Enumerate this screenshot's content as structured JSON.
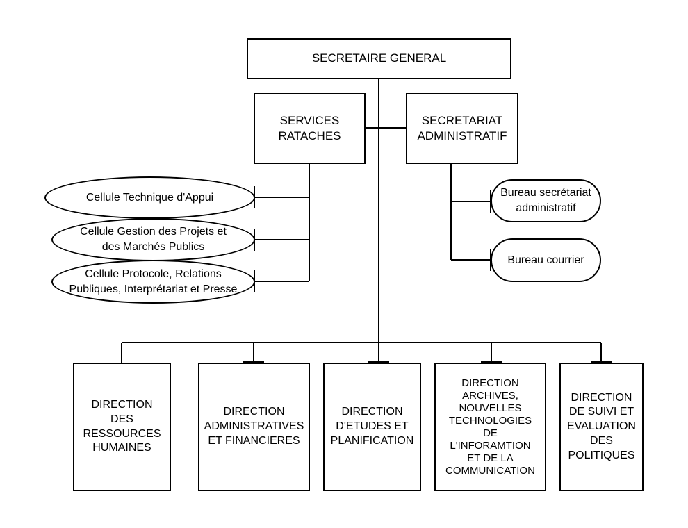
{
  "chart": {
    "secretary_general": "SECRETAIRE GENERAL",
    "attached_services": "SERVICES\nRATACHES",
    "administrative_secretariat": "SECRETARIAT\nADMINISTRATIF",
    "cells": [
      "Cellule Technique d'Appui",
      "Cellule Gestion des Projets et\ndes Marchés Publics",
      "Cellule Protocole, Relations\nPubliques, Interprétariat et Presse"
    ],
    "bureaus": [
      "Bureau secrétariat\nadministratif",
      "Bureau courrier"
    ],
    "directorates": [
      "DIRECTION\nDES\nRESSOURCES\nHUMAINES",
      "DIRECTION\nADMINISTRATIVES\nET FINANCIERES",
      "DIRECTION\nD'ETUDES ET\nPLANIFICATION",
      "DIRECTION\nARCHIVES,\nNOUVELLES\nTECHNOLOGIES\nDE\nL'INFORAMTION\nET DE LA\nCOMMUNICATION",
      "DIRECTION\nDE SUIVI ET\nEVALUATION\nDES\nPOLITIQUES"
    ]
  }
}
